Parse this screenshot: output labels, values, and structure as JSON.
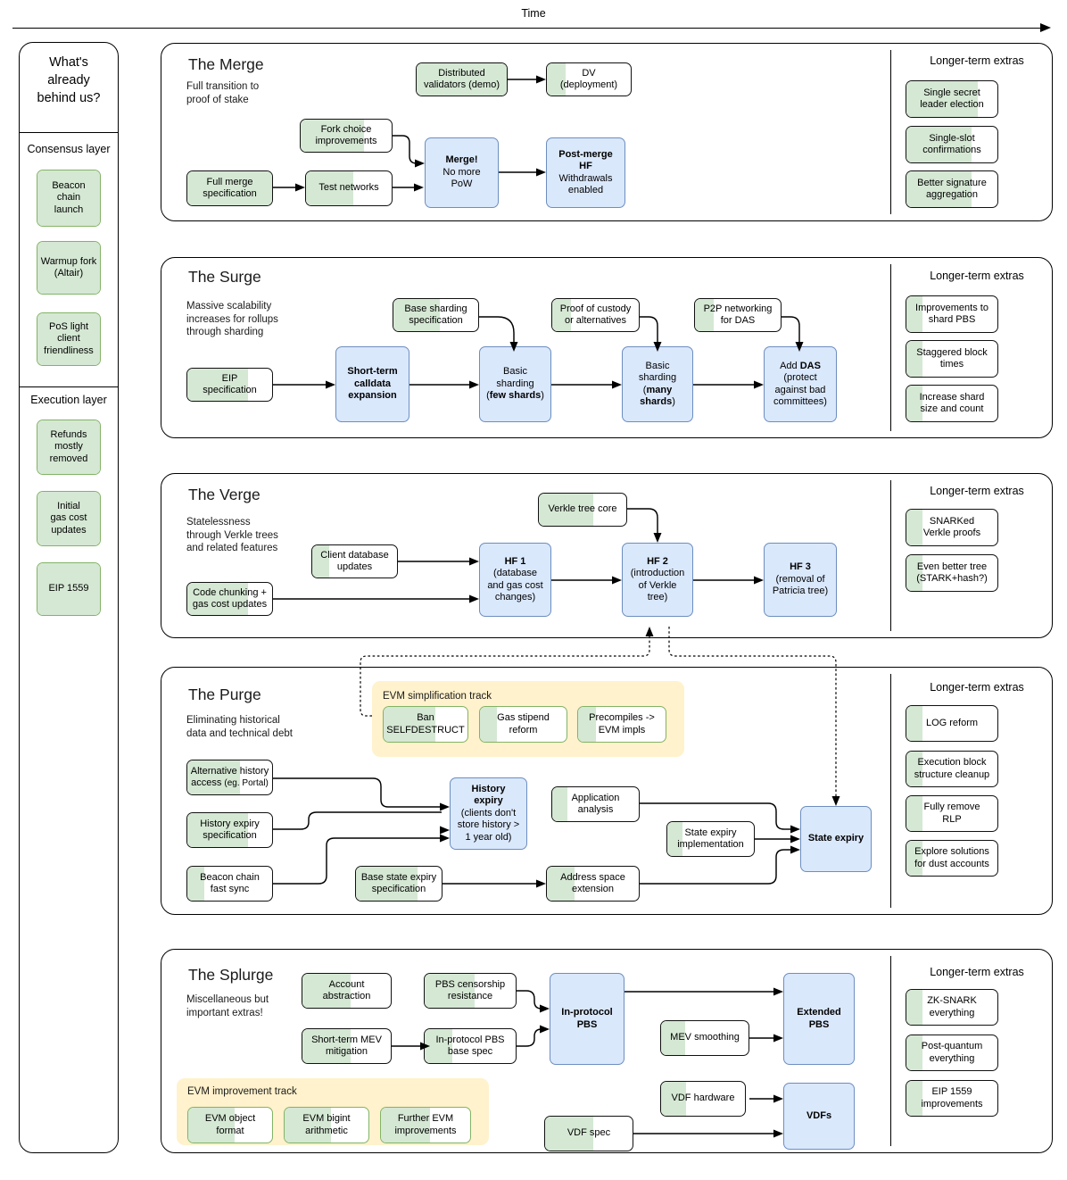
{
  "timeline": {
    "label": "Time"
  },
  "sidebar": {
    "heading": "What's\nalready\nbehind us?",
    "heading_lines": [
      "What's",
      "already",
      "behind us?"
    ],
    "groups": [
      {
        "label": "Consensus layer",
        "items": [
          {
            "text": "Beacon\nchain\nlaunch",
            "progress": 100
          },
          {
            "text": "Warmup fork\n(Altair)",
            "progress": 100
          },
          {
            "text": "PoS light\nclient\nfriendliness",
            "progress": 100
          }
        ]
      },
      {
        "label": "Execution layer",
        "items": [
          {
            "text": "Refunds\nmostly\nremoved",
            "progress": 100
          },
          {
            "text": "Initial\ngas cost\nupdates",
            "progress": 100
          },
          {
            "text": "EIP 1559",
            "progress": 100
          }
        ]
      }
    ]
  },
  "colors": {
    "green_fill": "#d5e8d4",
    "green_stroke": "#82b366",
    "blue_fill": "#dae8fc",
    "blue_stroke": "#6c8ebf",
    "yellow_track": "#fff2cc",
    "line": "#000000"
  },
  "sections": [
    {
      "key": "merge",
      "title": "The Merge",
      "subtitle": "Full transition to\nproof of stake",
      "extras_title": "Longer-term extras",
      "nodes": [
        {
          "id": "dv-demo",
          "text": "Distributed\nvalidators (demo)",
          "type": "green",
          "progress": 100
        },
        {
          "id": "dv-deploy",
          "text": "DV\n(deployment)",
          "type": "green",
          "progress": 22
        },
        {
          "id": "fork-choice",
          "text": "Fork choice\nimprovements",
          "type": "green",
          "progress": 70
        },
        {
          "id": "full-merge-spec",
          "text": "Full merge\nspecification",
          "type": "green",
          "progress": 100
        },
        {
          "id": "test-nets",
          "text": "Test networks",
          "type": "green",
          "progress": 55
        },
        {
          "id": "merge",
          "text": "Merge!\nNo more\nPoW",
          "type": "blue",
          "bold_lines": [
            0
          ]
        },
        {
          "id": "post-merge-hf",
          "text": "Post-merge\nHF\nWithdrawals\nenabled",
          "type": "blue",
          "bold_lines": [
            0,
            1
          ]
        }
      ],
      "extras": [
        {
          "text": "Single secret\nleader election",
          "progress": 78
        },
        {
          "text": "Single-slot\nconfirmations",
          "progress": 72
        },
        {
          "text": "Better signature\naggregation",
          "progress": 72
        }
      ]
    },
    {
      "key": "surge",
      "title": "The Surge",
      "subtitle": "Massive scalability\nincreases for rollups\nthrough sharding",
      "extras_title": "Longer-term extras",
      "nodes": [
        {
          "id": "base-shard-spec",
          "text": "Base sharding\nspecification",
          "type": "green",
          "progress": 55
        },
        {
          "id": "proof-custody",
          "text": "Proof of custody\nor alternatives",
          "type": "green",
          "progress": 22
        },
        {
          "id": "p2p-das",
          "text": "P2P networking\nfor DAS",
          "type": "green",
          "progress": 22
        },
        {
          "id": "eip-spec",
          "text": "EIP\nspecification",
          "type": "green",
          "progress": 72
        },
        {
          "id": "calldata",
          "text": "Short-term\ncalldata\nexpansion",
          "type": "blue",
          "bold_lines": [
            0,
            1,
            2
          ]
        },
        {
          "id": "basic-shard-few",
          "text": "Basic\nsharding\n(few shards)",
          "type": "blue",
          "bold_lines": [
            2
          ]
        },
        {
          "id": "basic-shard-many",
          "text": "Basic\nsharding\n(many\nshards)",
          "type": "blue",
          "bold_lines": [
            2,
            3
          ]
        },
        {
          "id": "add-das",
          "text": "Add DAS\n(protect\nagainst bad\ncommittees)",
          "type": "blue",
          "bold_lines": [
            0
          ]
        }
      ],
      "extras": [
        {
          "text": "Improvements to\nshard PBS",
          "progress": 18
        },
        {
          "text": "Staggered block\ntimes",
          "progress": 18
        },
        {
          "text": "Increase shard\nsize and count",
          "progress": 18
        }
      ]
    },
    {
      "key": "verge",
      "title": "The Verge",
      "subtitle": "Statelessness\nthrough Verkle trees\nand related features",
      "extras_title": "Longer-term extras",
      "nodes": [
        {
          "id": "verkle-core",
          "text": "Verkle tree core",
          "type": "green",
          "progress": 62
        },
        {
          "id": "client-db",
          "text": "Client database\nupdates",
          "type": "green",
          "progress": 20
        },
        {
          "id": "code-chunk",
          "text": "Code chunking +\ngas cost updates",
          "type": "green",
          "progress": 72
        },
        {
          "id": "hf1",
          "text": "HF 1\n(database\nand gas cost\nchanges)",
          "type": "blue",
          "bold_lines": [
            0
          ]
        },
        {
          "id": "hf2",
          "text": "HF 2\n(introduction\nof Verkle\ntree)",
          "type": "blue",
          "bold_lines": [
            0
          ]
        },
        {
          "id": "hf3",
          "text": "HF 3\n(removal of\nPatricia tree)",
          "type": "blue",
          "bold_lines": [
            0
          ]
        }
      ],
      "extras": [
        {
          "text": "SNARKed\nVerkle proofs",
          "progress": 18
        },
        {
          "text": "Even better tree\n(STARK+hash?)",
          "progress": 18
        }
      ]
    },
    {
      "key": "purge",
      "title": "The Purge",
      "subtitle": "Eliminating historical\ndata and technical debt",
      "extras_title": "Longer-term extras",
      "track": {
        "title": "EVM simplification track",
        "items": [
          {
            "text": "Ban\nSELFDESTRUCT",
            "progress": 62
          },
          {
            "text": "Gas stipend\nreform",
            "progress": 20
          },
          {
            "text": "Precompiles ->\nEVM impls",
            "progress": 20
          }
        ]
      },
      "nodes": [
        {
          "id": "alt-history",
          "text": "Alternative history\naccess (eg. Portal)",
          "type": "green",
          "progress": 62
        },
        {
          "id": "hist-exp-spec",
          "text": "History expiry\nspecification",
          "type": "green",
          "progress": 72
        },
        {
          "id": "beacon-fast-sync",
          "text": "Beacon chain\nfast sync",
          "type": "green",
          "progress": 20
        },
        {
          "id": "base-state-exp",
          "text": "Base state expiry\nspecification",
          "type": "green",
          "progress": 72
        },
        {
          "id": "app-analysis",
          "text": "Application\nanalysis",
          "type": "green",
          "progress": 18
        },
        {
          "id": "addr-space",
          "text": "Address space\nextension",
          "type": "green",
          "progress": 30
        },
        {
          "id": "state-exp-impl",
          "text": "State expiry\nimplementation",
          "type": "green",
          "progress": 18
        },
        {
          "id": "history-expiry",
          "text": "History\nexpiry\n(clients don't\nstore history >\n1 year old)",
          "type": "blue",
          "bold_lines": [
            0,
            1
          ]
        },
        {
          "id": "state-expiry",
          "text": "State expiry",
          "type": "blue",
          "bold_lines": [
            0
          ]
        }
      ],
      "extras": [
        {
          "text": "LOG reform",
          "progress": 18
        },
        {
          "text": "Execution block\nstructure cleanup",
          "progress": 18
        },
        {
          "text": "Fully remove\nRLP",
          "progress": 18
        },
        {
          "text": "Explore solutions\nfor dust accounts",
          "progress": 18
        }
      ]
    },
    {
      "key": "splurge",
      "title": "The Splurge",
      "subtitle": "Miscellaneous but\nimportant extras!",
      "extras_title": "Longer-term extras",
      "track": {
        "title": "EVM improvement track",
        "items": [
          {
            "text": "EVM object\nformat",
            "progress": 55
          },
          {
            "text": "EVM bigint\narithmetic",
            "progress": 55
          },
          {
            "text": "Further EVM\nimprovements",
            "progress": 55
          }
        ]
      },
      "nodes": [
        {
          "id": "acct-abs",
          "text": "Account\nabstraction",
          "type": "green",
          "progress": 55
        },
        {
          "id": "pbs-censor",
          "text": "PBS censorship\nresistance",
          "type": "green",
          "progress": 55
        },
        {
          "id": "mev-mitigation",
          "text": "Short-term MEV\nmitigation",
          "type": "green",
          "progress": 55
        },
        {
          "id": "pbs-base-spec",
          "text": "In-protocol PBS\nbase spec",
          "type": "green",
          "progress": 30
        },
        {
          "id": "mev-smoothing",
          "text": "MEV smoothing",
          "type": "green",
          "progress": 28
        },
        {
          "id": "vdf-hardware",
          "text": "VDF hardware",
          "type": "green",
          "progress": 30
        },
        {
          "id": "vdf-spec",
          "text": "VDF spec",
          "type": "green",
          "progress": 55
        },
        {
          "id": "in-protocol-pbs",
          "text": "In-protocol\nPBS",
          "type": "blue",
          "bold_lines": [
            0,
            1
          ]
        },
        {
          "id": "extended-pbs",
          "text": "Extended\nPBS",
          "type": "blue",
          "bold_lines": [
            0,
            1
          ]
        },
        {
          "id": "vdfs",
          "text": "VDFs",
          "type": "blue",
          "bold_lines": [
            0
          ]
        }
      ],
      "extras": [
        {
          "text": "ZK-SNARK\neverything",
          "progress": 18
        },
        {
          "text": "Post-quantum\neverything",
          "progress": 18
        },
        {
          "text": "EIP 1559\nimprovements",
          "progress": 18
        }
      ]
    }
  ]
}
